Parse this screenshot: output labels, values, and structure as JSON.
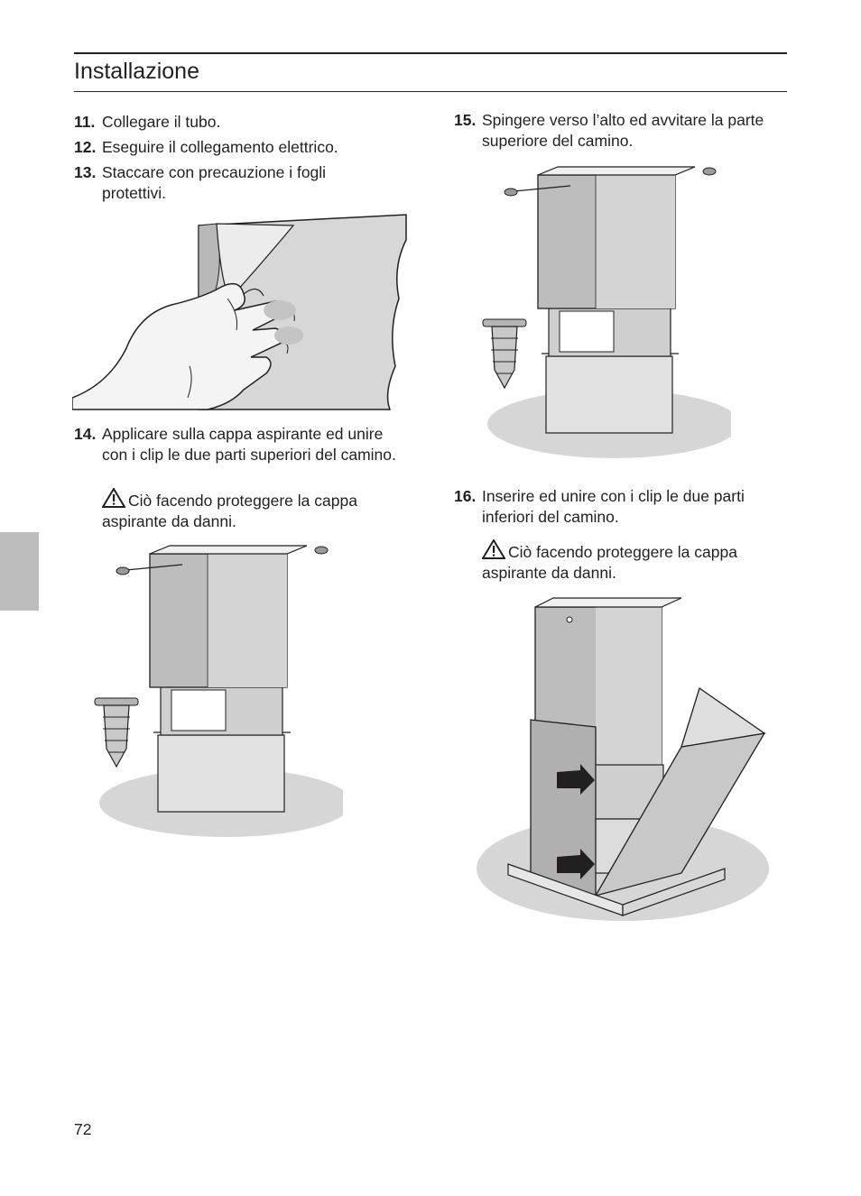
{
  "header": {
    "title": "Installazione"
  },
  "steps": [
    {
      "num": "11.",
      "text": "Collegare il tubo."
    },
    {
      "num": "12.",
      "text": "Eseguire il collegamento elettrico."
    },
    {
      "num": "13.",
      "text": "Staccare con precauzione i fogli protettivi."
    },
    {
      "num": "14.",
      "text": "Applicare sulla cappa aspirante ed unire con i clip le due parti superiori del camino."
    },
    {
      "num": "15.",
      "text": "Spingere verso l’alto ed avvitare la parte superiore del camino."
    },
    {
      "num": "16.",
      "text": "Inserire ed unire con i clip le due parti inferiori del camino."
    }
  ],
  "warnings": [
    {
      "icon": "warning-icon",
      "text": "Ciò facendo proteggere la cappa aspirante da danni."
    },
    {
      "icon": "warning-icon",
      "text": "Ciò facendo proteggere la cappa aspirante da danni."
    }
  ],
  "footer": {
    "page_number": "72"
  },
  "colors": {
    "text": "#231f20",
    "side_tab": "#bdbdbd",
    "metal": "#c9c9c9",
    "shadow": "#d6d6d6"
  }
}
